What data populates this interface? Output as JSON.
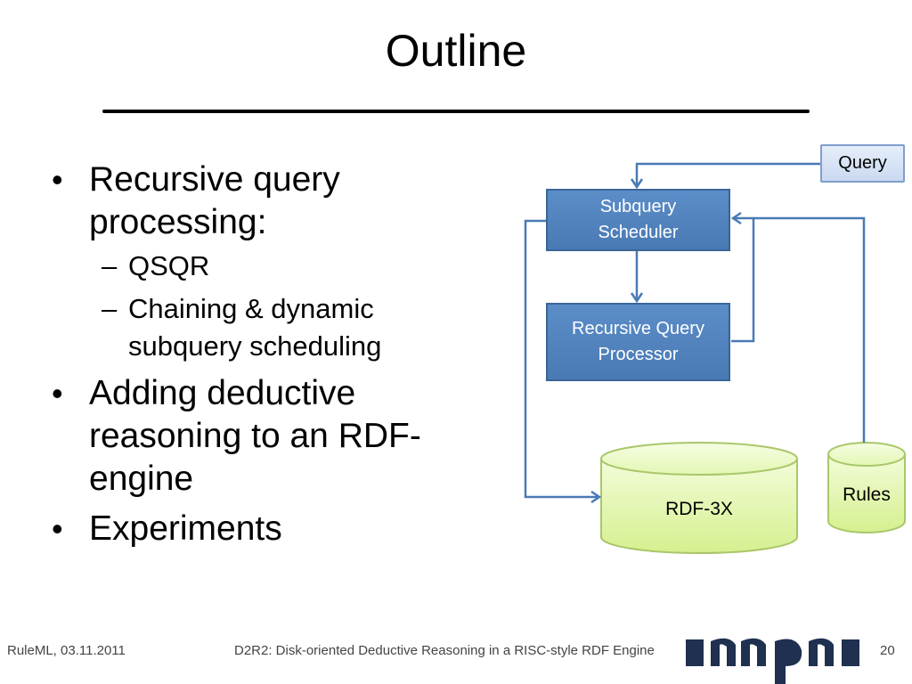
{
  "slide": {
    "title": "Outline",
    "bullets": {
      "b1": "Recursive query processing:",
      "b1_sub1": "QSQR",
      "b1_sub2": "Chaining & dynamic subquery scheduling",
      "b2": "Adding deductive reasoning to an RDF-engine",
      "b3": "Experiments"
    }
  },
  "diagram": {
    "query": "Query",
    "scheduler_line1": "Subquery",
    "scheduler_line2": "Scheduler",
    "processor_line1": "Recursive Query",
    "processor_line2": "Processor",
    "rdf3x": "RDF-3X",
    "rules": "Rules"
  },
  "footer": {
    "left": "RuleML, 03.11.2011",
    "center": "D2R2: Disk-oriented Deductive Reasoning in a RISC-style RDF Engine",
    "page": "20"
  },
  "colors": {
    "box_fill": "#4f81bd",
    "box_border": "#3a6596",
    "arrow": "#4a7ab4",
    "query_fill": "#dce6f5",
    "cylinder_fill": "#e4f7b5",
    "cylinder_border": "#a9c76a",
    "logo": "#1f3050"
  }
}
